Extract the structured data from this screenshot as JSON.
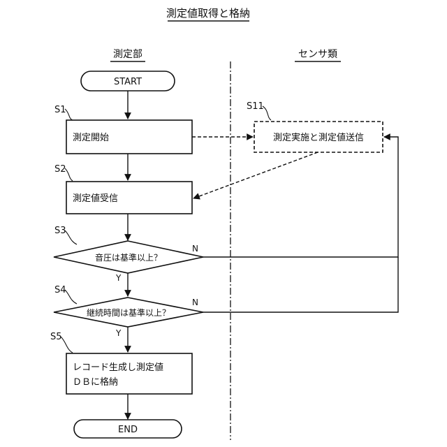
{
  "title": "測定値取得と格納",
  "lanes": {
    "left": "測定部",
    "right": "センサ類"
  },
  "nodes": {
    "start": "START",
    "s1": "測定開始",
    "s11": "測定実施と測定値送信",
    "s2": "測定値受信",
    "s3": "音圧は基準以上？",
    "s4": "継続時間は基準以上？",
    "s5_line1": "レコード生成し測定値",
    "s5_line2": "ＤＢに格納",
    "end": "END"
  },
  "step_labels": {
    "s1": "S1",
    "s11": "S11",
    "s2": "S2",
    "s3": "S3",
    "s4": "S4",
    "s5": "S5"
  },
  "branch_labels": {
    "s3_no": "N",
    "s3_yes": "Y",
    "s4_no": "N",
    "s4_yes": "Y"
  }
}
